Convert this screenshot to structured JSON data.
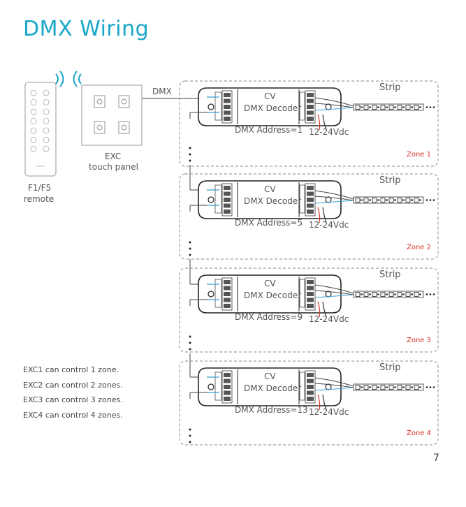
{
  "title": "DMX Wiring",
  "remote_label": [
    "F1/F5",
    "remote"
  ],
  "panel_label": [
    "EXC",
    "touch panel"
  ],
  "dmx_label": "DMX",
  "decoder": {
    "line1": "CV",
    "line2": "DMX Decoder"
  },
  "strip_label": "Strip",
  "power_label": "12-24Vdc",
  "zones": [
    {
      "name": "Zone 1",
      "address": "DMX Address=1"
    },
    {
      "name": "Zone 2",
      "address": "DMX Address=5"
    },
    {
      "name": "Zone 3",
      "address": "DMX Address=9"
    },
    {
      "name": "Zone 4",
      "address": "DMX Address=13"
    }
  ],
  "notes": [
    "EXC1 can control 1 zone.",
    "EXC2 can control 2 zones.",
    "EXC3 can control 3 zones.",
    "EXC4 can control 4 zones."
  ],
  "page_number": "7",
  "colors": {
    "title": "#1aa6c8",
    "zone": "#d9342b",
    "wire_blue": "#3b9fd6",
    "wire_red": "#d9342b"
  }
}
